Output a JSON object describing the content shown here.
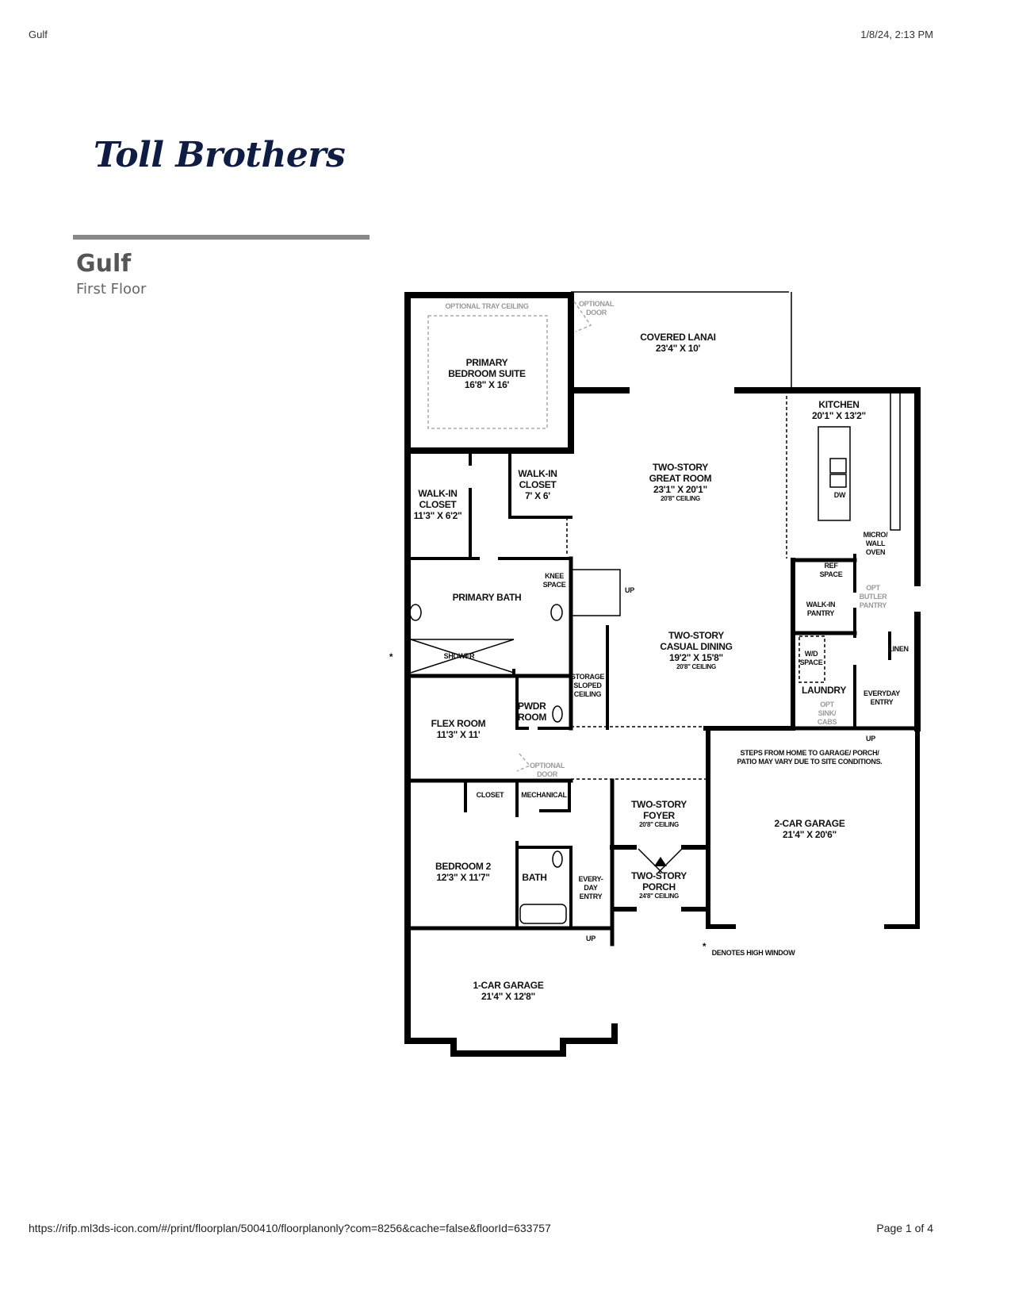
{
  "browser_header": {
    "title": "Gulf",
    "datetime": "1/8/24, 2:13 PM"
  },
  "browser_footer": {
    "url": "https://rifp.ml3ds-icon.com/#/print/floorplan/500410/floorplanonly?com=8256&cache=false&floorId=633757",
    "page": "Page 1 of 4"
  },
  "brand": {
    "logo_text": "Toll Brothers",
    "color": "#0f1d45"
  },
  "plan": {
    "name": "Gulf",
    "floor": "First Floor"
  },
  "rooms": [
    {
      "name": "PRIMARY BEDROOM SUITE",
      "dims": "16'8\" X 16'"
    },
    {
      "name": "COVERED LANAI",
      "dims": "23'4\" X 10'"
    },
    {
      "name": "KITCHEN",
      "dims": "20'1\" X 13'2\""
    },
    {
      "name": "TWO-STORY GREAT ROOM",
      "dims": "23'1\" X 20'1\"",
      "ceiling": "20'8\" CEILING"
    },
    {
      "name": "WALK-IN CLOSET",
      "dims": "7' X 6'"
    },
    {
      "name": "WALK-IN CLOSET",
      "dims": "11'3\" X 6'2\""
    },
    {
      "name": "PRIMARY BATH"
    },
    {
      "name": "TWO-STORY CASUAL DINING",
      "dims": "19'2\" X 15'8\"",
      "ceiling": "20'8\" CEILING"
    },
    {
      "name": "FLEX ROOM",
      "dims": "11'3\" X 11'"
    },
    {
      "name": "TWO-STORY FOYER",
      "ceiling": "20'8\" CEILING"
    },
    {
      "name": "2-CAR GARAGE",
      "dims": "21'4\" X 20'6\""
    },
    {
      "name": "BEDROOM 2",
      "dims": "12'3\" X 11'7\""
    },
    {
      "name": "TWO-STORY PORCH",
      "ceiling": "24'8\" CEILING"
    },
    {
      "name": "1-CAR GARAGE",
      "dims": "21'4\" X 12'8\""
    },
    {
      "name": "LAUNDRY"
    },
    {
      "name": "WALK-IN PANTRY"
    },
    {
      "name": "PWDR ROOM"
    },
    {
      "name": "BATH"
    }
  ],
  "small_labels": {
    "tray_ceiling": "OPTIONAL TRAY CEILING",
    "optional_door_1": "OPTIONAL DOOR",
    "optional_door_2": "OPTIONAL DOOR",
    "knee_space": "KNEE SPACE",
    "up_stairs": "UP",
    "shower": "SHOWER",
    "storage": "STORAGE SLOPED CEILING",
    "dw": "DW",
    "micro_wall_oven": "MICRO/ WALL OVEN",
    "ref_space": "REF SPACE",
    "opt_butler_pantry": "OPT BUTLER PANTRY",
    "wd_space": "W/D SPACE",
    "linen": "LINEN",
    "opt_sink_cabs": "OPT SINK/ CABS",
    "everyday_entry_right": "EVERYDAY ENTRY",
    "up_right": "UP",
    "closet": "CLOSET",
    "mechanical": "MECHANICAL",
    "everyday_entry_left": "EVERY- DAY ENTRY",
    "up_left": "UP",
    "steps_note": "STEPS FROM HOME TO GARAGE/ PORCH/ PATIO MAY VARY DUE TO SITE CONDITIONS.",
    "high_window_note": "DENOTES HIGH WINDOW",
    "asterisk": "*"
  }
}
